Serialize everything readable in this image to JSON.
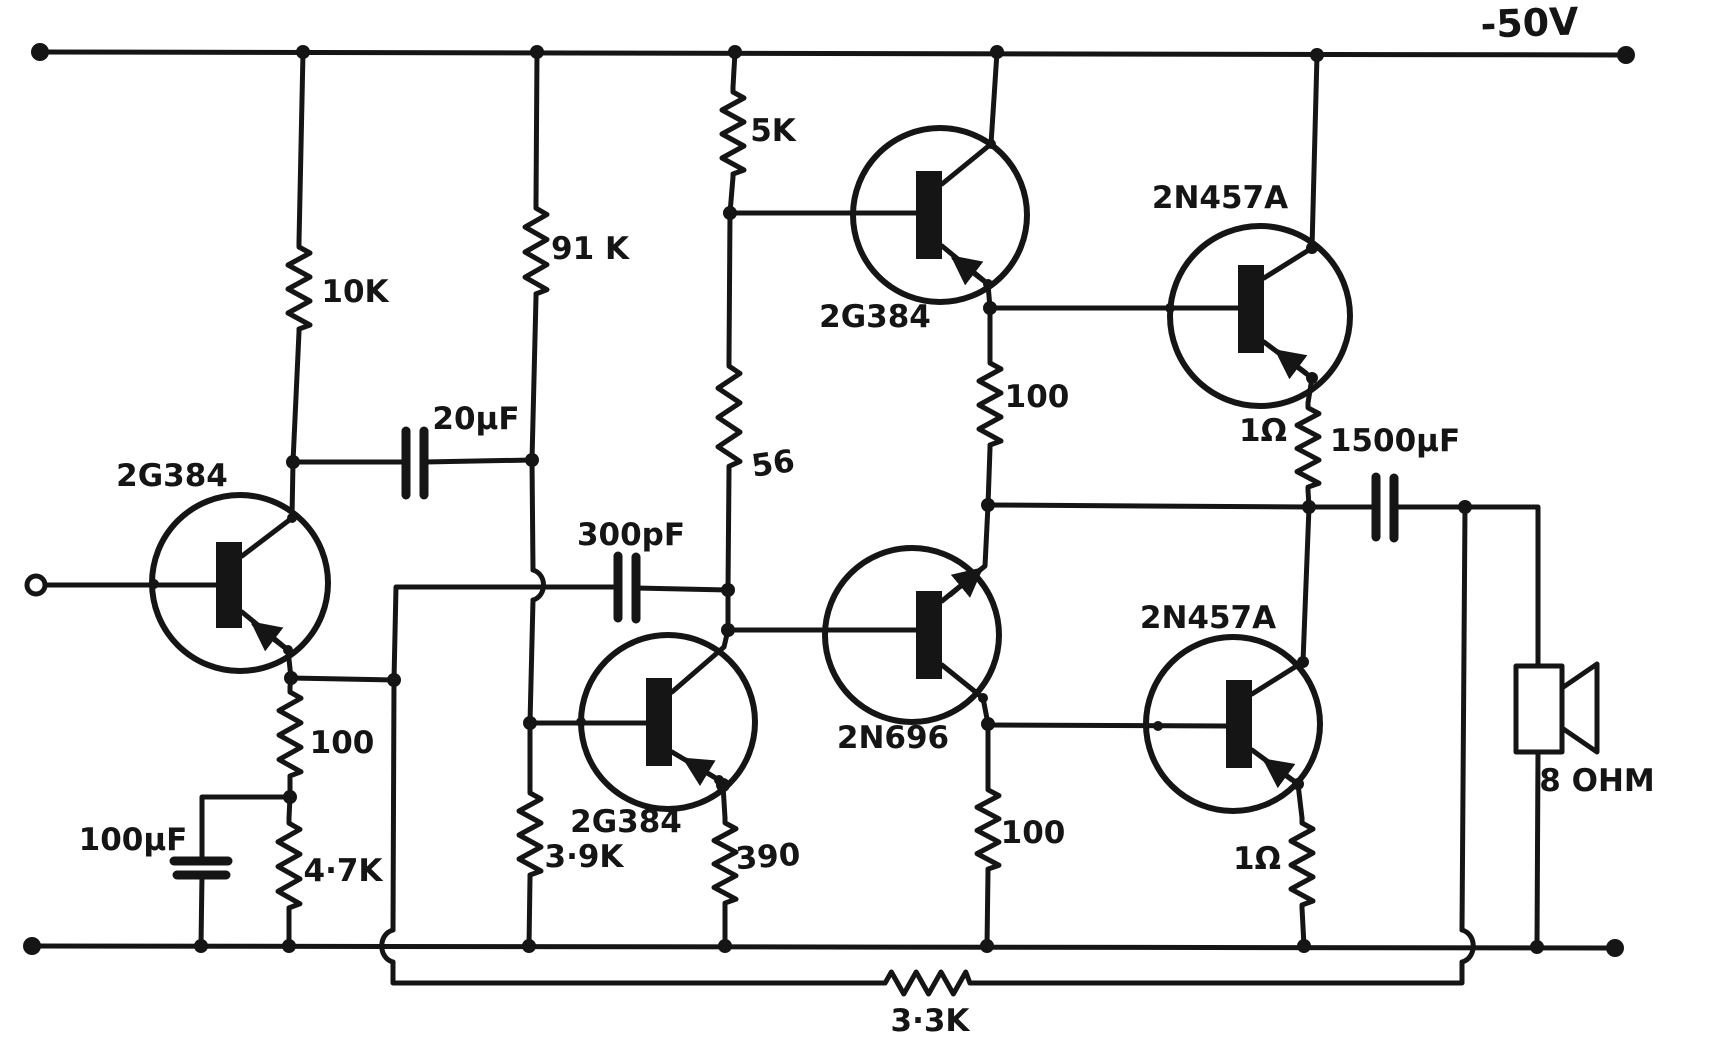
{
  "colors": {
    "ink": "#151515",
    "background": "#ffffff"
  },
  "diagram": {
    "supply": {
      "label": "-50V"
    },
    "speaker": {
      "label": "8 OHM"
    },
    "transistors": [
      {
        "label": "2G384",
        "symbol": "pnp"
      },
      {
        "label": "2G384",
        "symbol": "pnp"
      },
      {
        "label": "2G384",
        "symbol": "pnp"
      },
      {
        "label": "2N696",
        "symbol": "npn"
      },
      {
        "label": "2N457A",
        "symbol": "pnp"
      },
      {
        "label": "2N457A",
        "symbol": "pnp"
      }
    ],
    "resistors": [
      {
        "label": "10K"
      },
      {
        "label": "91 K"
      },
      {
        "label": "5K"
      },
      {
        "label": "56"
      },
      {
        "label": "100"
      },
      {
        "label": "4·7K"
      },
      {
        "label": "3·9K"
      },
      {
        "label": "390"
      },
      {
        "label": "100"
      },
      {
        "label": "100"
      },
      {
        "label": "1Ω"
      },
      {
        "label": "1Ω"
      },
      {
        "label": "3·3K"
      }
    ],
    "capacitors": [
      {
        "label": "20μF"
      },
      {
        "label": "300pF"
      },
      {
        "label": "100μF"
      },
      {
        "label": "1500μF"
      }
    ]
  }
}
